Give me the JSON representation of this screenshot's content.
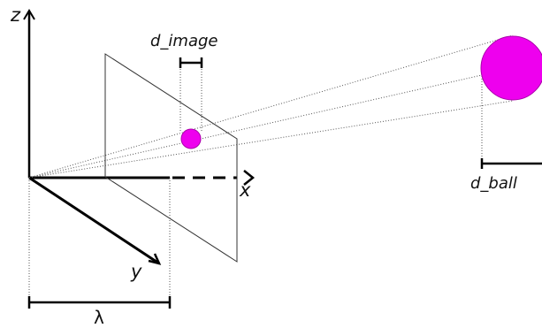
{
  "labels": {
    "z_axis": "z",
    "x_axis": "x",
    "y_axis": "y",
    "d_image": "d_image",
    "d_ball": "d_ball",
    "lambda": "λ"
  },
  "colors": {
    "ball": "#ee00ee",
    "ball_outline": "#aa00aa",
    "line": "#000000",
    "guide": "#555555"
  }
}
